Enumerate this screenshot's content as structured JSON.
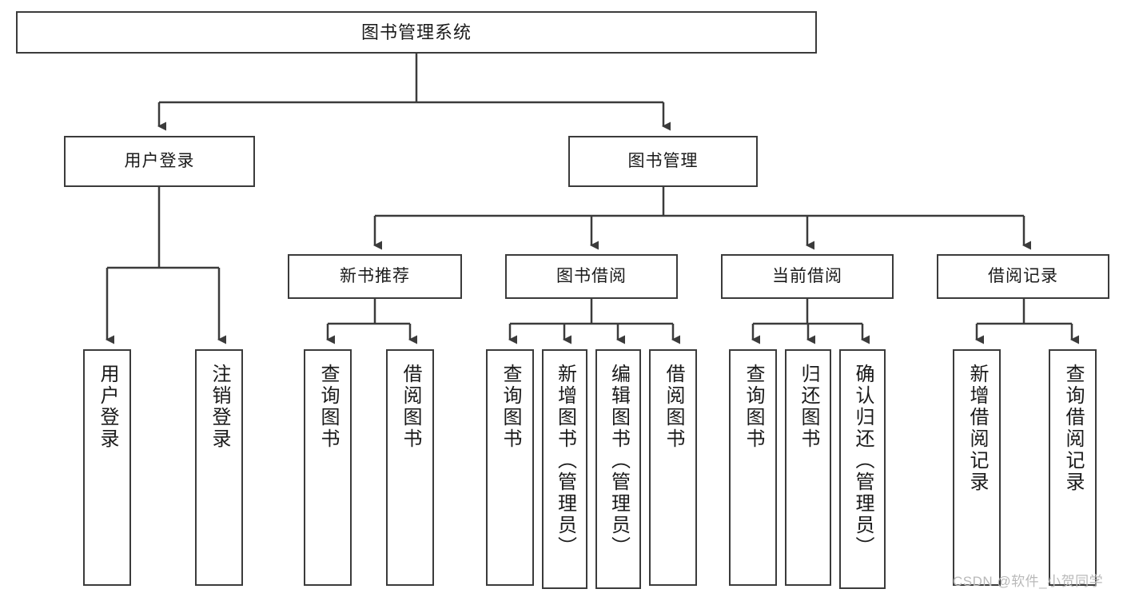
{
  "diagram": {
    "title": "图书管理系统",
    "type": "tree",
    "colors": {
      "box_border": "#3b3b3b",
      "box_fill": "#ffffff",
      "connector": "#3b3b3b",
      "text": "#1a1a1a",
      "watermark": "#b9b9b9",
      "background": "#ffffff"
    },
    "root": {
      "label": "图书管理系统"
    },
    "level1": [
      {
        "label": "用户登录"
      },
      {
        "label": "图书管理"
      }
    ],
    "level2": [
      {
        "label": "新书推荐"
      },
      {
        "label": "图书借阅"
      },
      {
        "label": "当前借阅"
      },
      {
        "label": "借阅记录"
      }
    ],
    "leaves": {
      "user_login": [
        {
          "label": "用户登录"
        },
        {
          "label": "注销登录"
        }
      ],
      "new_book_recommend": [
        {
          "label": "查询图书"
        },
        {
          "label": "借阅图书"
        }
      ],
      "book_borrow": [
        {
          "label": "查询图书"
        },
        {
          "label": "新增图书（管理员）"
        },
        {
          "label": "编辑图书（管理员）"
        },
        {
          "label": "借阅图书"
        }
      ],
      "current_borrow": [
        {
          "label": "查询图书"
        },
        {
          "label": "归还图书"
        },
        {
          "label": "确认归还（管理员）"
        }
      ],
      "borrow_record": [
        {
          "label": "新增借阅记录"
        },
        {
          "label": "查询借阅记录"
        }
      ]
    },
    "watermark": "CSDN @软件_小贺同学"
  }
}
